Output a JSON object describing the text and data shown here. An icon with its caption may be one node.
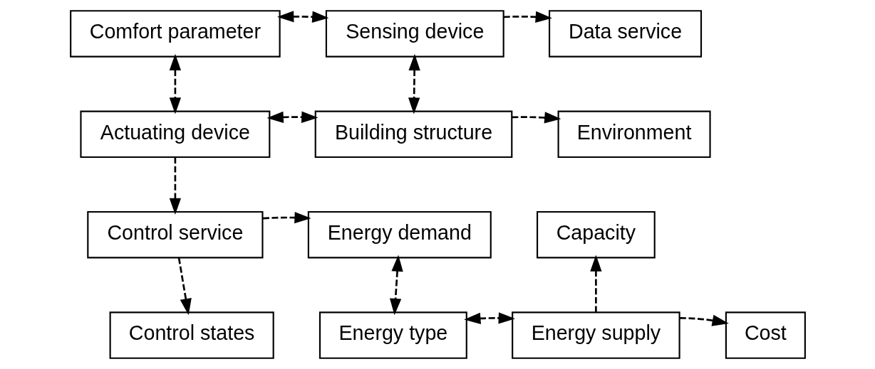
{
  "diagram": {
    "nodes": [
      {
        "text": [
          "Comfort parameter"
        ]
      },
      {
        "text": [
          "Sensing device"
        ]
      },
      {
        "text": [
          "Data service"
        ]
      },
      {
        "text": [
          "Actuating device"
        ]
      },
      {
        "text": [
          "Building structure"
        ]
      },
      {
        "text": [
          "Environment"
        ]
      },
      {
        "text": [
          "Control service"
        ]
      },
      {
        "text": [
          "Energy demand"
        ]
      },
      {
        "text": [
          "Capacity"
        ]
      },
      {
        "text": [
          "Control states"
        ]
      },
      {
        "text": [
          "Energy type"
        ]
      },
      {
        "text": [
          "Energy supply"
        ]
      },
      {
        "text": [
          "Cost"
        ]
      }
    ],
    "edges": [
      {
        "from": 0,
        "to": 1,
        "arrow": "both",
        "style": "dashed"
      },
      {
        "from": 1,
        "to": 2,
        "arrow": "to",
        "style": "dashed"
      },
      {
        "from": 0,
        "to": 3,
        "arrow": "both",
        "style": "dashed"
      },
      {
        "from": 1,
        "to": 4,
        "arrow": "both",
        "style": "dashed"
      },
      {
        "from": 3,
        "to": 4,
        "arrow": "both",
        "style": "dashed"
      },
      {
        "from": 4,
        "to": 5,
        "arrow": "to",
        "style": "dashed"
      },
      {
        "from": 3,
        "to": 6,
        "arrow": "to",
        "style": "dashed"
      },
      {
        "from": 6,
        "to": 7,
        "arrow": "to",
        "style": "dashed"
      },
      {
        "from": 6,
        "to": 9,
        "arrow": "to",
        "style": "dashed"
      },
      {
        "from": 7,
        "to": 10,
        "arrow": "both",
        "style": "dashed"
      },
      {
        "from": 10,
        "to": 11,
        "arrow": "both",
        "style": "dashed"
      },
      {
        "from": 11,
        "to": 8,
        "arrow": "to",
        "style": "dashed"
      },
      {
        "from": 11,
        "to": 12,
        "arrow": "to",
        "style": "dashed"
      }
    ]
  }
}
